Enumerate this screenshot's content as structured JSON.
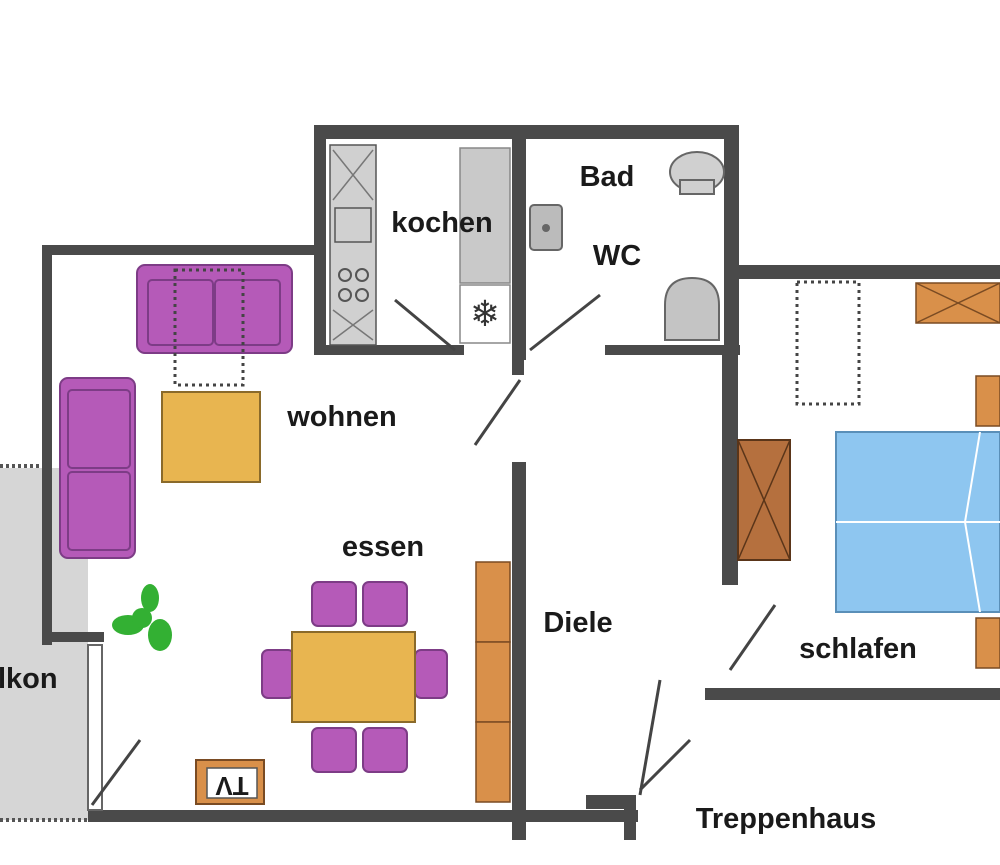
{
  "rooms": {
    "kochen": "kochen",
    "bad": "Bad",
    "wc": "WC",
    "wohnen": "wohnen",
    "essen": "essen",
    "diele": "Diele",
    "schlafen": "schlafen",
    "balkon": "lkon",
    "treppenhaus": "Treppenhaus"
  },
  "tv_label": "TV",
  "colors": {
    "wall": "#4a4a4a",
    "furniture_purple": "#b55ab8",
    "table_yellow": "#e8b550",
    "wood": "#d9904a",
    "bed_blue": "#8ec6f0",
    "plant_green": "#33b033",
    "balcony_grey": "#d6d6d6"
  }
}
